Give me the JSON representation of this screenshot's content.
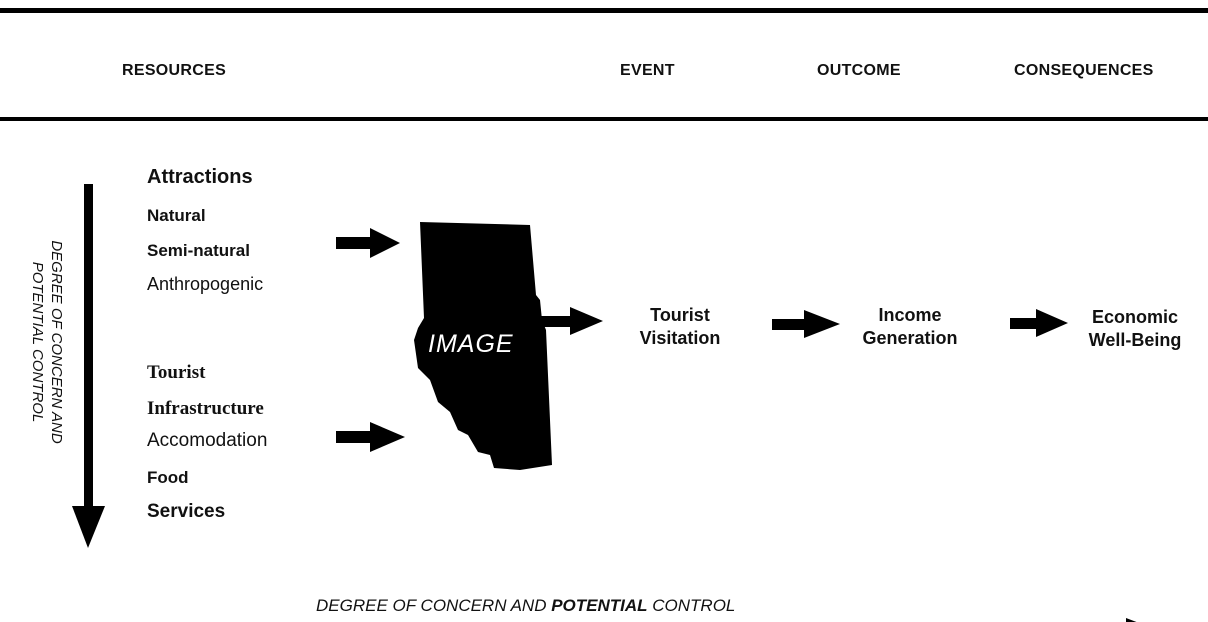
{
  "headers": {
    "resources": "RESOURCES",
    "event": "EVENT",
    "outcome": "OUTCOME",
    "consequences": "CONSEQUENCES"
  },
  "attractions": {
    "title": "Attractions",
    "items": [
      "Natural",
      "Semi-natural",
      "Anthropogenic"
    ]
  },
  "infrastructure": {
    "title_line1": "Tourist",
    "title_line2": "Infrastructure",
    "items": [
      "Accomodation",
      "Food",
      "Services"
    ]
  },
  "image_label": "IMAGE",
  "event_box": {
    "line1": "Tourist",
    "line2": "Visitation"
  },
  "outcome_box": {
    "line1": "Income",
    "line2": "Generation"
  },
  "consequence_box": {
    "line1": "Economic",
    "line2": "Well-Being"
  },
  "vertical_axis": {
    "line1": "DEGREE OF CONCERN AND",
    "line2": "POTENTIAL CONTROL"
  },
  "horizontal_axis": {
    "part1": "DEGREE OF CONCERN AND ",
    "part2": "POTENTIAL",
    "part3": " CONTROL"
  }
}
